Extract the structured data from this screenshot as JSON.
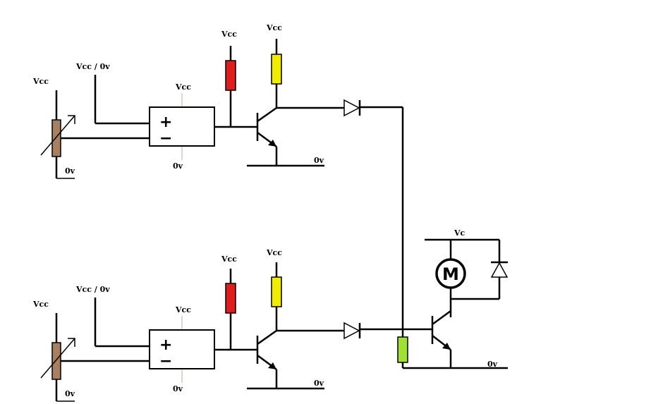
{
  "labels": {
    "vcc": "Vcc",
    "ov": "0v",
    "vcc_or_0v": "Vcc / 0v",
    "vc": "Vc",
    "plus": "+",
    "minus": "−",
    "motor": "M"
  },
  "colors": {
    "wire": "#000000",
    "potentiometer": "#a88060",
    "collector_resistor": "#e01c1c",
    "base_resistor": "#f2ec00",
    "output_resistor": "#a0e030",
    "feed_line": "#c8a898"
  },
  "icons": {
    "potentiometer": "variable-resistor-icon",
    "op_amp": "comparator-icon",
    "transistor": "npn-transistor-icon",
    "diode": "diode-icon",
    "motor": "motor-icon"
  }
}
